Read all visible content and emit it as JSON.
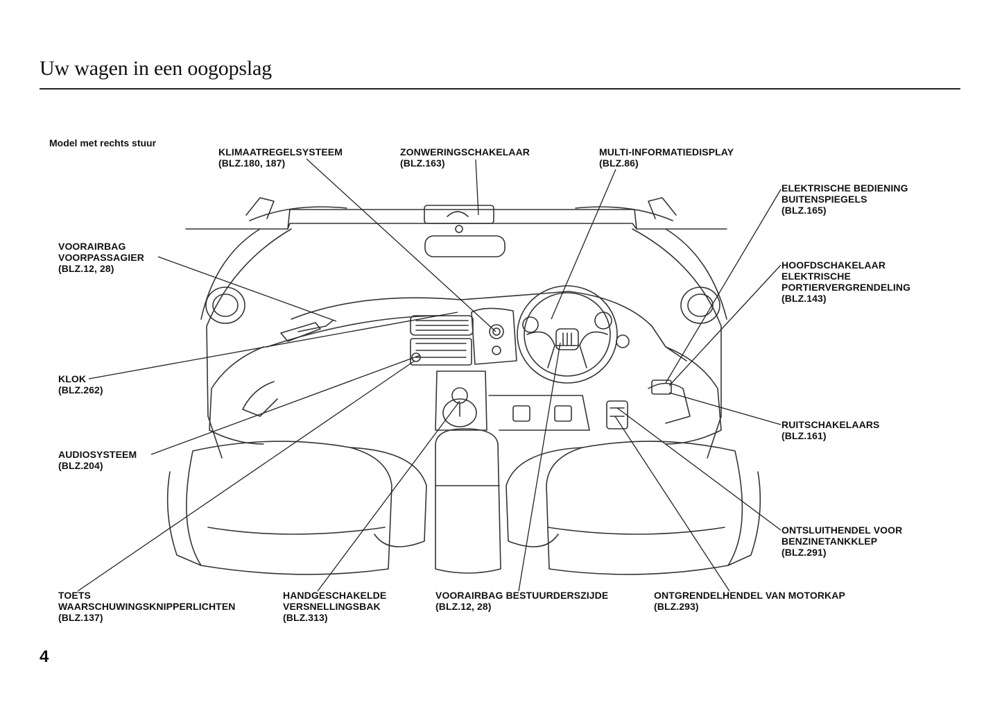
{
  "page": {
    "title": "Uw wagen in een oogopslag",
    "subtitle": "Model met rechts stuur",
    "page_number": "4"
  },
  "labels": {
    "klimaat": {
      "name": "KLIMAATREGELSYSTEEM",
      "page": "(BLZ.180, 187)"
    },
    "zonwering": {
      "name": "ZONWERINGSCHAKELAAR",
      "page": "(BLZ.163)"
    },
    "multi": {
      "name": "MULTI-INFORMATIEDISPLAY",
      "page": "(BLZ.86)"
    },
    "spiegels": {
      "line1": "ELEKTRISCHE BEDIENING",
      "line2": "BUITENSPIEGELS",
      "page": "(BLZ.165)"
    },
    "portier": {
      "line1": "HOOFDSCHAKELAAR",
      "line2": "ELEKTRISCHE",
      "line3": "PORTIERVERGRENDELING",
      "page": "(BLZ.143)"
    },
    "airbag_pass": {
      "line1": "VOORAIRBAG",
      "line2": "VOORPASSAGIER",
      "page": "(BLZ.12, 28)"
    },
    "klok": {
      "name": "KLOK",
      "page": "(BLZ.262)"
    },
    "audio": {
      "name": "AUDIOSYSTEEM",
      "page": "(BLZ.204)"
    },
    "ruit": {
      "name": "RUITSCHAKELAARS",
      "page": "(BLZ.161)"
    },
    "tankklep": {
      "line1": "ONTSLUITHENDEL VOOR",
      "line2": "BENZINETANKKLEP",
      "page": "(BLZ.291)"
    },
    "toets": {
      "line1": "TOETS",
      "line2": "WAARSCHUWINGSKNIPPERLICHTEN",
      "page": "(BLZ.137)"
    },
    "versnelling": {
      "line1": "HANDGESCHAKELDE",
      "line2": "VERSNELLINGSBAK",
      "page": "(BLZ.313)"
    },
    "airbag_drv": {
      "name": "VOORAIRBAG BESTUURDERSZIJDE",
      "page": "(BLZ.12, 28)"
    },
    "motorkap": {
      "name": "ONTGRENDELHENDEL VAN MOTORKAP",
      "page": "(BLZ.293)"
    }
  }
}
